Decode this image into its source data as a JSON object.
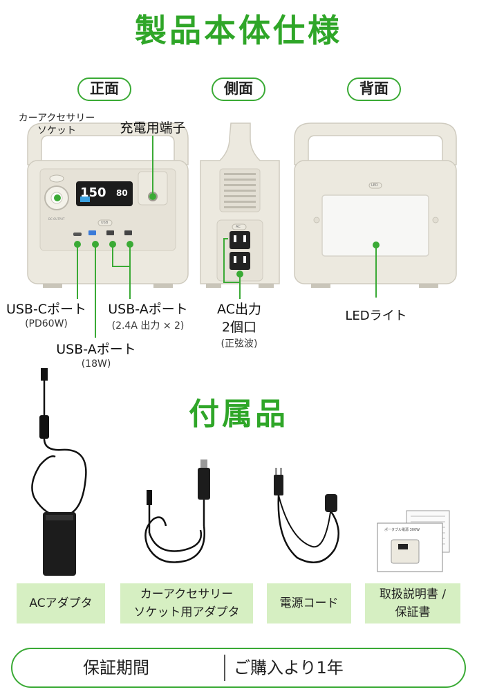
{
  "spec_title": "製品本体仕様",
  "views": {
    "front": "正面",
    "side": "側面",
    "back": "背面"
  },
  "device": {
    "display_number": "150",
    "display_sub": "80",
    "led_tag": "LED",
    "usb_tag": "USB",
    "ac_tag": "AC"
  },
  "front_labels": {
    "car_socket": [
      "カーアクセサリー",
      "ソケット"
    ],
    "charge_port": "充電用端子",
    "usbc": "USB-Cポート",
    "usbc_spec": "(PD60W)",
    "usba_pair": "USB-Aポート",
    "usba_pair_spec": "(2.4A 出力 × 2)",
    "usba_single": "USB-Aポート",
    "usba_single_spec": "(18W)"
  },
  "side_labels": {
    "ac_out": "AC出力",
    "ac_count": "2個口",
    "ac_wave": "(正弦波)"
  },
  "back_labels": {
    "led_light": "LEDライト"
  },
  "accessories_title": "付属品",
  "accessories": [
    {
      "label_lines": [
        "ACアダプタ"
      ]
    },
    {
      "label_lines": [
        "カーアクセサリー",
        "ソケット用アダプタ"
      ]
    },
    {
      "label_lines": [
        "電源コード"
      ]
    },
    {
      "label_lines": [
        "取扱説明書 /",
        "保証書"
      ]
    }
  ],
  "manual_mini_title": "ポータブル電源 300W",
  "warranty": {
    "label": "保証期間",
    "value": "ご購入より1年"
  },
  "colors": {
    "accent_green": "#3aaa35",
    "label_bg": "#d6efc2",
    "device_body": "#ece9df"
  },
  "icons": [
    "power-station-front-image",
    "power-station-side-image",
    "power-station-back-image",
    "ac-adapter-image",
    "car-socket-adapter-image",
    "power-cord-image",
    "manual-image"
  ]
}
